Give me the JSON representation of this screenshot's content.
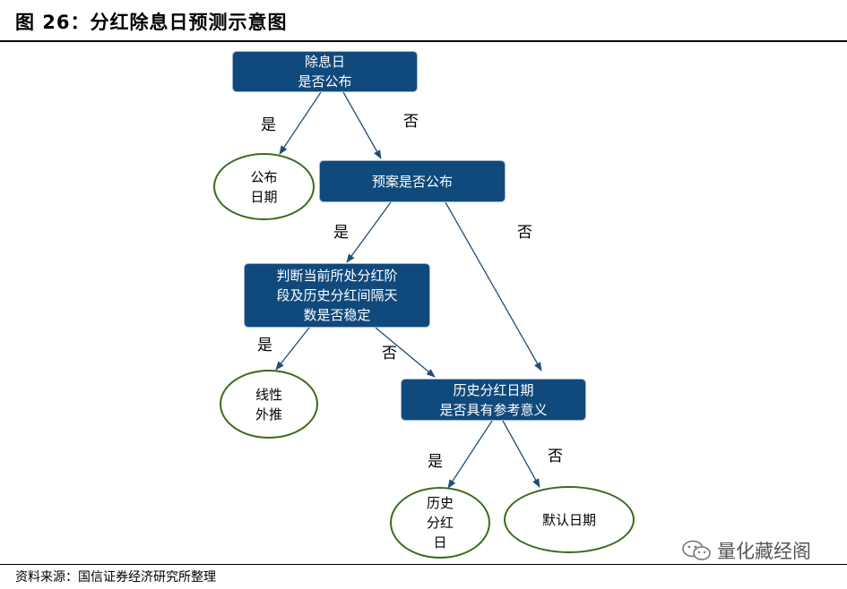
{
  "header": {
    "title": "图 26：分红除息日预测示意图"
  },
  "nodes": {
    "n1": [
      "除息日",
      "是否公布"
    ],
    "n2": [
      "预案是否公布"
    ],
    "n3": [
      "判断当前所处分红阶",
      "段及历史分红间隔天",
      "数是否稳定"
    ],
    "n4": [
      "历史分红日期",
      "是否具有参考意义"
    ],
    "o1": [
      "公布",
      "日期"
    ],
    "o2": [
      "线性",
      "外推"
    ],
    "o3": [
      "历史",
      "分红",
      "日"
    ],
    "o4": [
      "默认日期"
    ]
  },
  "edge_labels": {
    "yes": "是",
    "no": "否"
  },
  "footer": {
    "source": "资料来源：国信证券经济研究所整理"
  },
  "watermark": {
    "text": "量化藏经阁",
    "icon": "wechat-icon"
  }
}
